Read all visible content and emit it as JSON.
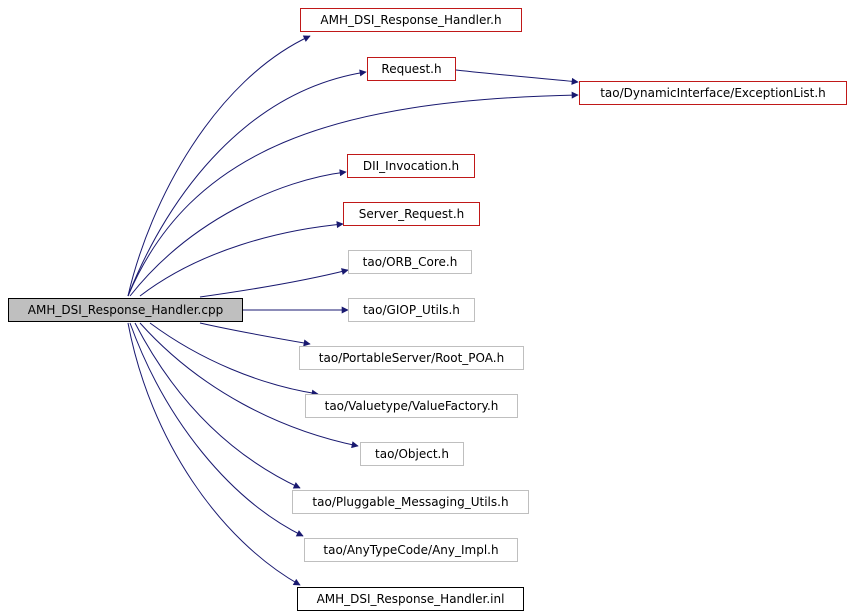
{
  "diagram": {
    "root": {
      "label": "AMH_DSI_Response_Handler.cpp"
    },
    "nodes": [
      {
        "id": "amh_h",
        "label": "AMH_DSI_Response_Handler.h",
        "border": "#c01818"
      },
      {
        "id": "request_h",
        "label": "Request.h",
        "border": "#c01818"
      },
      {
        "id": "exceptionlist_h",
        "label": "tao/DynamicInterface/ExceptionList.h",
        "border": "#c01818"
      },
      {
        "id": "dii_h",
        "label": "DII_Invocation.h",
        "border": "#c01818"
      },
      {
        "id": "server_h",
        "label": "Server_Request.h",
        "border": "#c01818"
      },
      {
        "id": "orbcore_h",
        "label": "tao/ORB_Core.h",
        "border": "#bfbfbf"
      },
      {
        "id": "giop_h",
        "label": "tao/GIOP_Utils.h",
        "border": "#bfbfbf"
      },
      {
        "id": "rootpoa_h",
        "label": "tao/PortableServer/Root_POA.h",
        "border": "#bfbfbf"
      },
      {
        "id": "valuefactory_h",
        "label": "tao/Valuetype/ValueFactory.h",
        "border": "#bfbfbf"
      },
      {
        "id": "object_h",
        "label": "tao/Object.h",
        "border": "#bfbfbf"
      },
      {
        "id": "pluggable_h",
        "label": "tao/Pluggable_Messaging_Utils.h",
        "border": "#bfbfbf"
      },
      {
        "id": "anyimpl_h",
        "label": "tao/AnyTypeCode/Any_Impl.h",
        "border": "#bfbfbf"
      },
      {
        "id": "amh_inl",
        "label": "AMH_DSI_Response_Handler.inl",
        "border": "#000000"
      }
    ],
    "edge_color": "#191970"
  }
}
